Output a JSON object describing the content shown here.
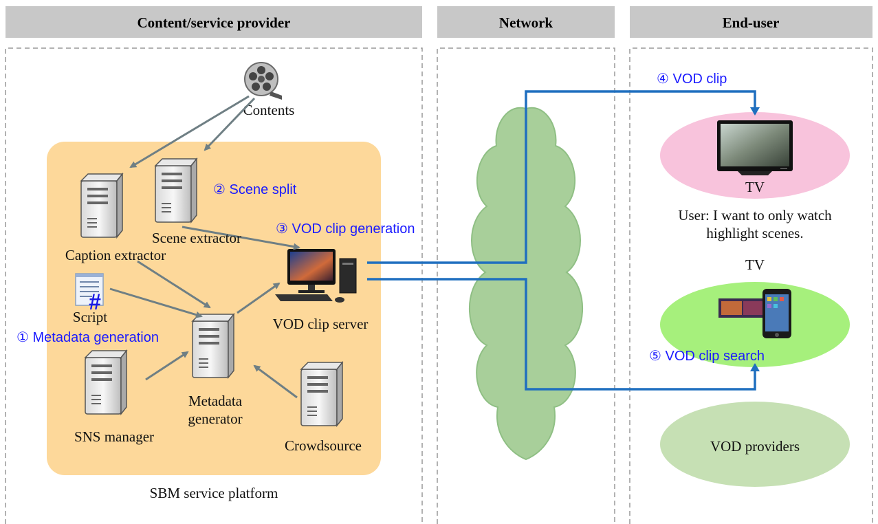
{
  "headers": {
    "provider": "Content/service provider",
    "network": "Network",
    "end_user": "End-user"
  },
  "provider": {
    "contents": "Contents",
    "caption_extractor": "Caption extractor",
    "scene_extractor": "Scene extractor",
    "script": "Script",
    "script_symbol": "#",
    "vod_clip_server": "VOD clip server",
    "metadata_generator_line1": "Metadata",
    "metadata_generator_line2": "generator",
    "sns_manager": "SNS manager",
    "crowdsource": "Crowdsource",
    "platform": "SBM service platform"
  },
  "steps": {
    "metadata_generation": "① Metadata generation",
    "scene_split": "② Scene split",
    "vod_clip_generation": "③ VOD clip generation",
    "vod_clip": "④ VOD clip",
    "vod_clip_search": "⑤ VOD clip search"
  },
  "end_user": {
    "tv_top": "TV",
    "user_line1": "User: I want to only watch",
    "user_line2": "highlight scenes.",
    "tv_bottom": "TV",
    "vod_providers": "VOD providers"
  },
  "colors": {
    "header_bg": "#c8c8c8",
    "platform_bg": "#fdd89a",
    "cloud_fill": "#a8cf9a",
    "cloud_stroke": "#8fbf84",
    "tv_ellipse": "#f8c3dc",
    "phone_ellipse": "#a6f07c",
    "vod_ellipse": "#c6e0b4",
    "flow_line": "#1f6fbf",
    "arrow": "#6f7f84",
    "step_text": "#1a1aff"
  }
}
